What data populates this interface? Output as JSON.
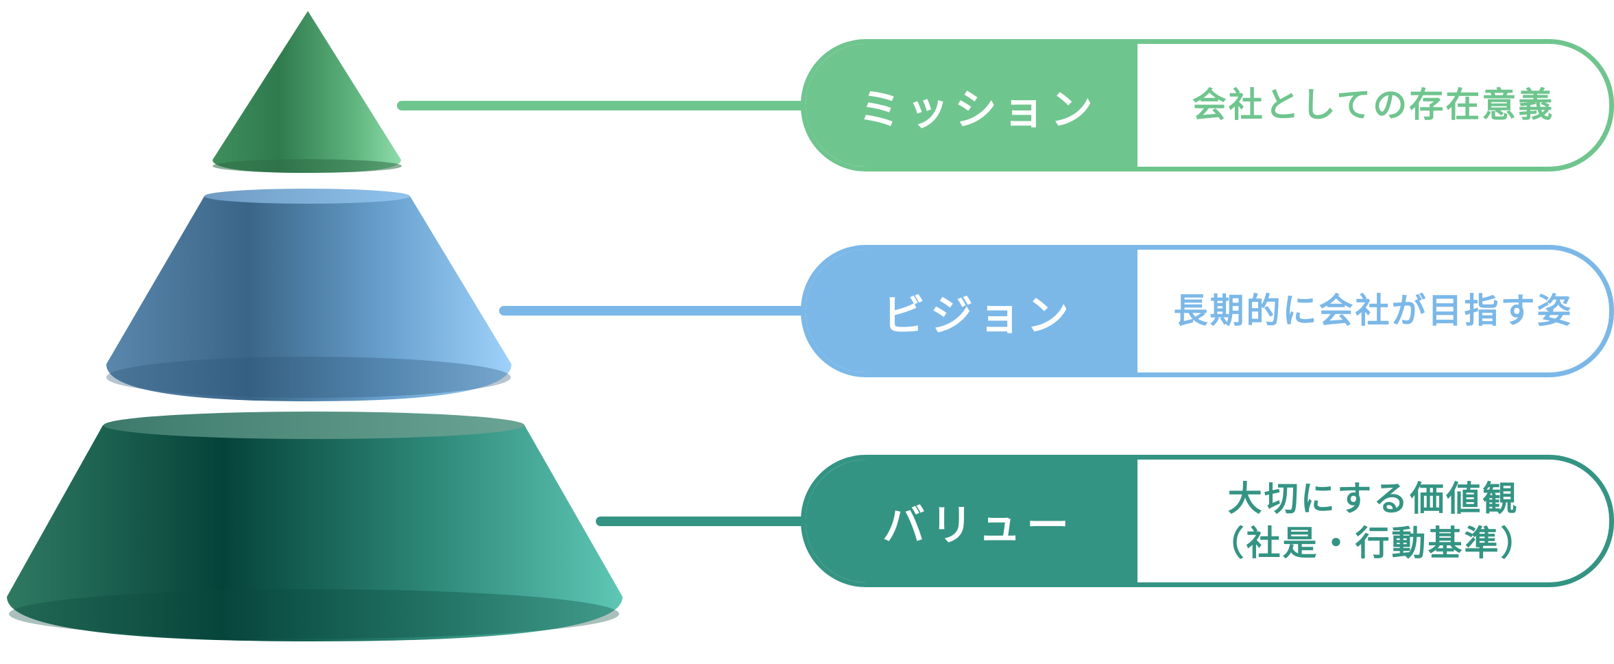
{
  "layers": [
    {
      "id": "mission",
      "label": "ミッション",
      "description": [
        "会社としての存在意義"
      ],
      "color": "#6fc58e"
    },
    {
      "id": "vision",
      "label": "ビジョン",
      "description": [
        "長期的に会社が目指す姿"
      ],
      "color": "#7bb8e8"
    },
    {
      "id": "value",
      "label": "バリュー",
      "description": [
        "大切にする価値観",
        "（社是・行動基準）"
      ],
      "color": "#349483"
    }
  ]
}
